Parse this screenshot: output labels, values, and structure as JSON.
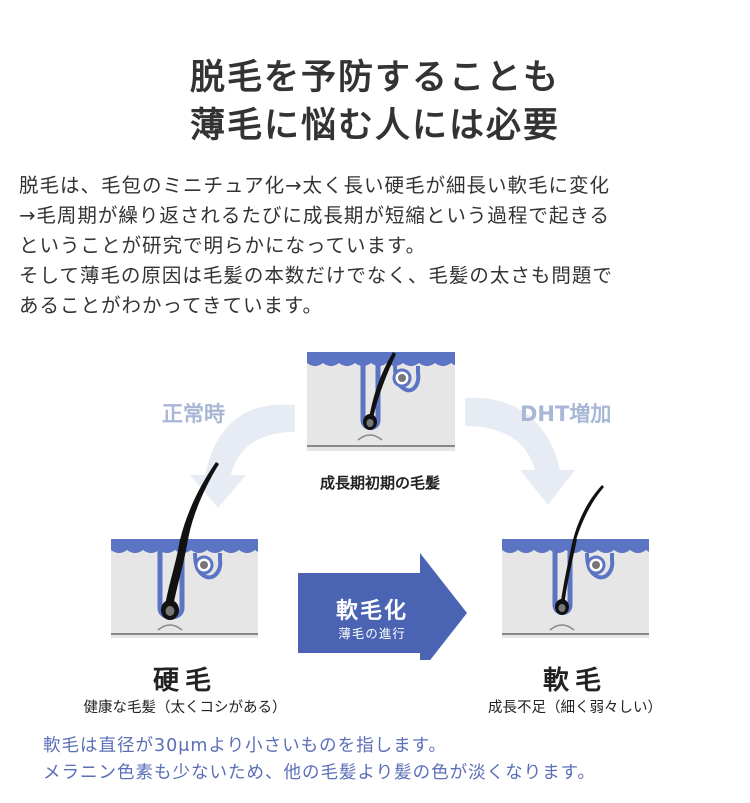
{
  "heading": {
    "line1": "脱毛を予防することも",
    "line2": "薄毛に悩む人には必要"
  },
  "intro": {
    "lines": [
      "脱毛は、毛包のミニチュア化→太く長い硬毛が細長い軟毛に変化",
      "→毛周期が繰り返されるたびに成長期が短縮という過程で起きる",
      "ということが研究で明らかになっています。",
      "そして薄毛の原因は毛髪の本数だけでなく、毛髪の太さも問題で",
      "あることがわかってきています。"
    ]
  },
  "diagram": {
    "normal_label": "正常時",
    "dht_label": "DHT増加",
    "early_label": "成長期初期の毛髪",
    "arrow_main": "軟毛化",
    "arrow_sub": "薄毛の進行",
    "hard": {
      "title": "硬毛",
      "sub": "健康な毛髪（太くコシがある）"
    },
    "soft": {
      "title": "軟毛",
      "sub": "成長不足（細く弱々しい）"
    },
    "colors": {
      "skin_blue": "#5b74c4",
      "tissue": "#e6e6e6",
      "curve_arrow": "#e7ebf3",
      "main_arrow": "#4a63b3",
      "hair": "#111111"
    }
  },
  "note": {
    "lines": [
      "軟毛は直径が30μmより小さいものを指します。",
      "メラニン色素も少ないため、他の毛髪より髪の色が淡くなります。"
    ]
  }
}
